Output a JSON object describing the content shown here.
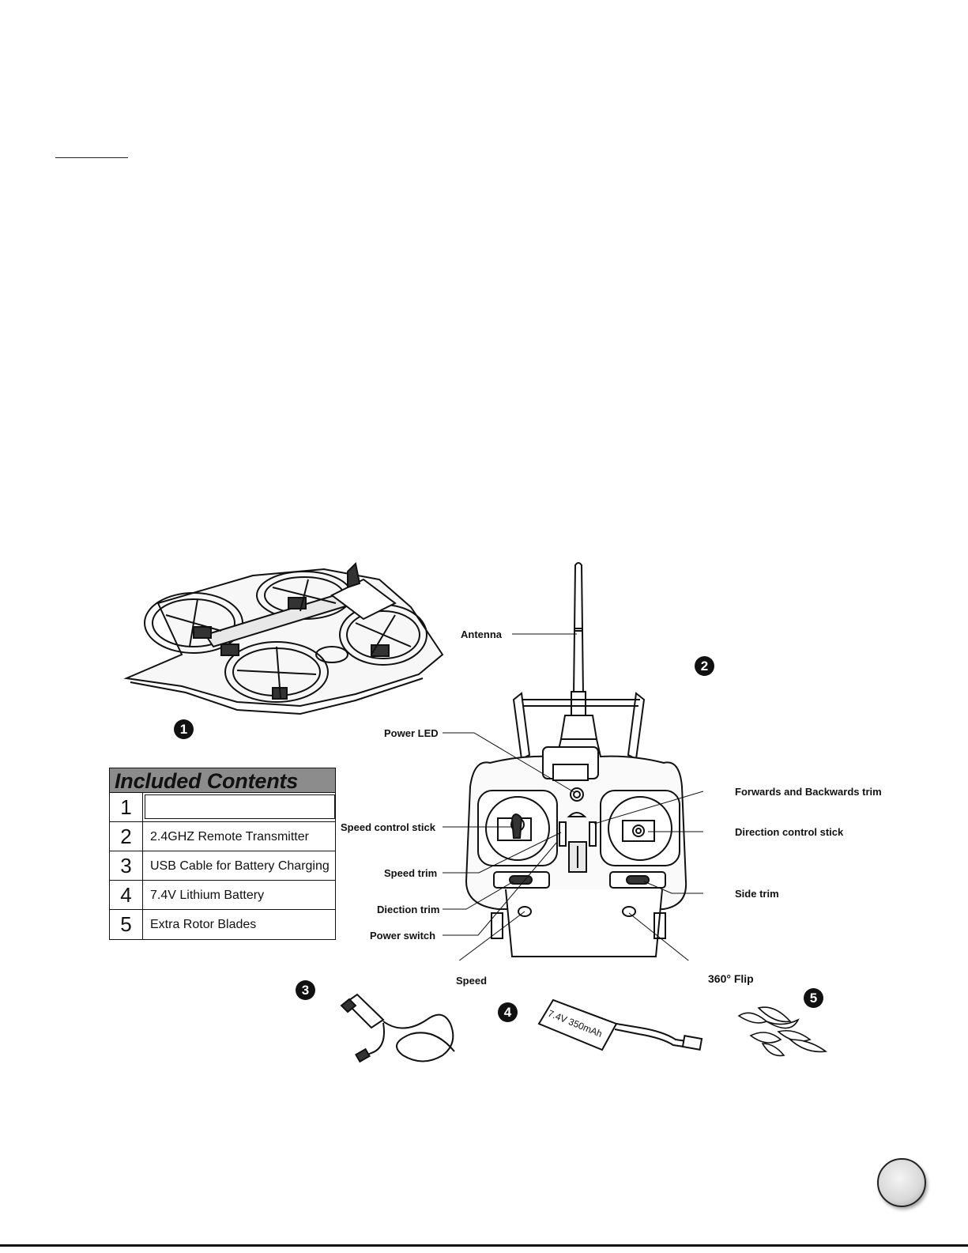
{
  "contents": {
    "title": "Included Contents",
    "items": [
      {
        "num": "1",
        "label": ""
      },
      {
        "num": "2",
        "label": "2.4GHZ Remote Transmitter"
      },
      {
        "num": "3",
        "label": "USB Cable for Battery Charging"
      },
      {
        "num": "4",
        "label": "7.4V  Lithium Battery"
      },
      {
        "num": "5",
        "label": "Extra Rotor Blades"
      }
    ]
  },
  "callouts": {
    "antenna": "Antenna",
    "power_led": "Power LED",
    "speed_control_stick": "Speed control stick",
    "speed_trim": "Speed trim",
    "direction_trim": "Diection trim",
    "power_switch": "Power switch",
    "speed": "Speed",
    "forwards_backwards_trim": "Forwards and Backwards trim",
    "direction_control_stick": "Direction control stick",
    "side_trim": "Side trim",
    "flip": "360° Flip"
  },
  "figure_numbers": [
    "1",
    "2",
    "3",
    "4",
    "5"
  ],
  "battery_print": "7.4V 350mAh",
  "icons": [
    "drone-illustration",
    "remote-transmitter-illustration",
    "usb-cable-illustration",
    "battery-illustration",
    "rotor-blades-illustration"
  ]
}
